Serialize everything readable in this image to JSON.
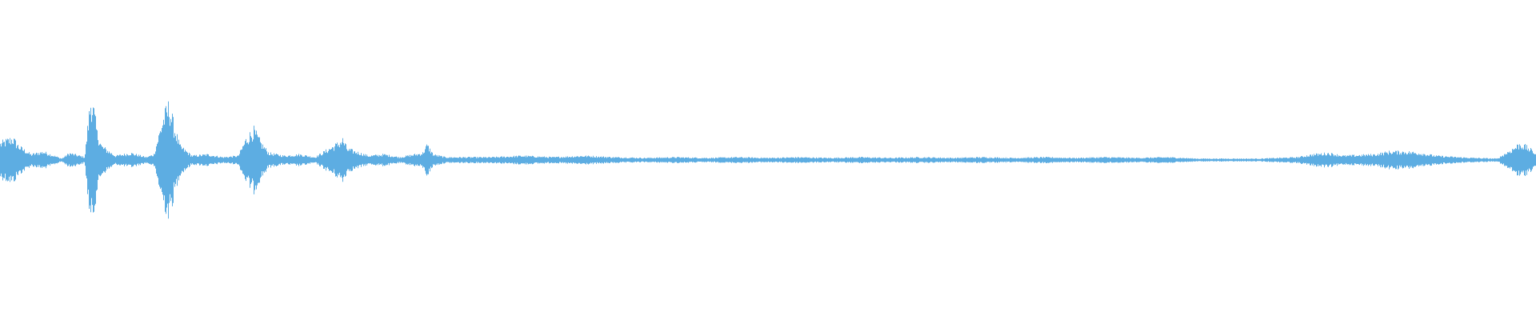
{
  "waveform": {
    "color": "#5dade2",
    "segments": [
      [
        0.0,
        0.12
      ],
      [
        0.004,
        0.14
      ],
      [
        0.008,
        0.16
      ],
      [
        0.012,
        0.1
      ],
      [
        0.02,
        0.04
      ],
      [
        0.028,
        0.06
      ],
      [
        0.04,
        0.01
      ],
      [
        0.045,
        0.05
      ],
      [
        0.055,
        0.02
      ],
      [
        0.057,
        0.25
      ],
      [
        0.059,
        0.45
      ],
      [
        0.061,
        0.35
      ],
      [
        0.063,
        0.2
      ],
      [
        0.066,
        0.1
      ],
      [
        0.075,
        0.03
      ],
      [
        0.085,
        0.05
      ],
      [
        0.095,
        0.02
      ],
      [
        0.1,
        0.04
      ],
      [
        0.106,
        0.3
      ],
      [
        0.11,
        0.4
      ],
      [
        0.113,
        0.25
      ],
      [
        0.117,
        0.1
      ],
      [
        0.125,
        0.03
      ],
      [
        0.135,
        0.04
      ],
      [
        0.145,
        0.02
      ],
      [
        0.155,
        0.03
      ],
      [
        0.16,
        0.15
      ],
      [
        0.165,
        0.22
      ],
      [
        0.17,
        0.12
      ],
      [
        0.175,
        0.05
      ],
      [
        0.185,
        0.03
      ],
      [
        0.195,
        0.04
      ],
      [
        0.205,
        0.02
      ],
      [
        0.22,
        0.12
      ],
      [
        0.223,
        0.15
      ],
      [
        0.226,
        0.08
      ],
      [
        0.24,
        0.03
      ],
      [
        0.25,
        0.04
      ],
      [
        0.26,
        0.02
      ],
      [
        0.275,
        0.05
      ],
      [
        0.278,
        0.11
      ],
      [
        0.282,
        0.04
      ],
      [
        0.29,
        0.02
      ],
      [
        0.3,
        0.02
      ],
      [
        0.32,
        0.02
      ],
      [
        0.34,
        0.03
      ],
      [
        0.36,
        0.02
      ],
      [
        0.38,
        0.03
      ],
      [
        0.4,
        0.02
      ],
      [
        0.42,
        0.015
      ],
      [
        0.44,
        0.02
      ],
      [
        0.46,
        0.015
      ],
      [
        0.48,
        0.02
      ],
      [
        0.5,
        0.015
      ],
      [
        0.52,
        0.02
      ],
      [
        0.54,
        0.015
      ],
      [
        0.56,
        0.02
      ],
      [
        0.58,
        0.015
      ],
      [
        0.6,
        0.02
      ],
      [
        0.62,
        0.015
      ],
      [
        0.64,
        0.02
      ],
      [
        0.66,
        0.015
      ],
      [
        0.68,
        0.02
      ],
      [
        0.7,
        0.015
      ],
      [
        0.72,
        0.02
      ],
      [
        0.74,
        0.015
      ],
      [
        0.76,
        0.02
      ],
      [
        0.78,
        0.01
      ],
      [
        0.8,
        0.01
      ],
      [
        0.82,
        0.01
      ],
      [
        0.845,
        0.02
      ],
      [
        0.855,
        0.04
      ],
      [
        0.865,
        0.05
      ],
      [
        0.875,
        0.03
      ],
      [
        0.895,
        0.04
      ],
      [
        0.905,
        0.06
      ],
      [
        0.915,
        0.06
      ],
      [
        0.925,
        0.05
      ],
      [
        0.935,
        0.03
      ],
      [
        0.95,
        0.02
      ],
      [
        0.96,
        0.015
      ],
      [
        0.975,
        0.01
      ],
      [
        0.985,
        0.08
      ],
      [
        0.99,
        0.12
      ],
      [
        0.995,
        0.09
      ],
      [
        1.0,
        0.05
      ]
    ]
  }
}
